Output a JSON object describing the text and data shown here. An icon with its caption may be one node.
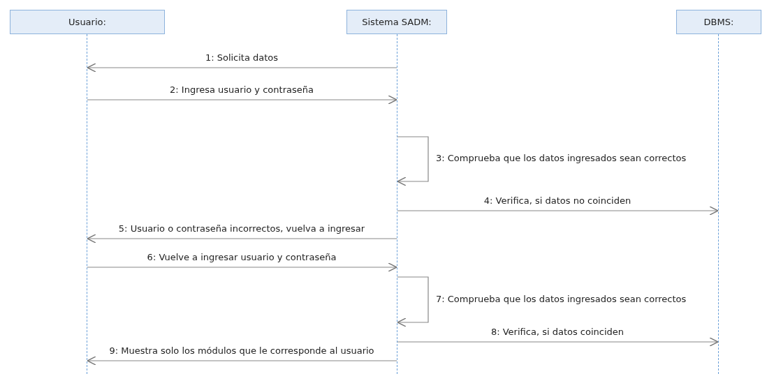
{
  "diagram": {
    "nodes": [
      {
        "text": [
          "Usuario:"
        ]
      },
      {
        "text": [
          "Sistema SADM:"
        ]
      },
      {
        "text": [
          "DBMS:"
        ]
      },
      {
        "text": [],
        "shape": "bar"
      },
      {
        "text": [],
        "shape": "bar"
      },
      {
        "text": [],
        "shape": "bar"
      }
    ],
    "edges": [
      {
        "from": 4,
        "to": 3,
        "arrow": "to",
        "label": "1: Solicita datos"
      },
      {
        "from": 3,
        "to": 4,
        "arrow": "to",
        "label": "2: Ingresa usuario y contraseña"
      },
      {
        "from": 4,
        "to": 4,
        "arrow": "to",
        "label": "3: Comprueba que los datos ingresados sean correctos"
      },
      {
        "from": 4,
        "to": 5,
        "arrow": "to",
        "label": "4: Verifica, si datos no coinciden"
      },
      {
        "from": 4,
        "to": 3,
        "arrow": "to",
        "label": "5: Usuario o contraseña incorrectos, vuelva a ingresar"
      },
      {
        "from": 3,
        "to": 4,
        "arrow": "to",
        "label": "6: Vuelve a ingresar usuario y contraseña"
      },
      {
        "from": 4,
        "to": 4,
        "arrow": "to",
        "label": "7: Comprueba que los datos ingresados sean correctos"
      },
      {
        "from": 4,
        "to": 5,
        "arrow": "to",
        "label": "8: Verifica, si datos coinciden"
      },
      {
        "from": 4,
        "to": 3,
        "arrow": "to",
        "label": "9: Muestra solo los módulos que le corresponde al usuario"
      }
    ]
  }
}
